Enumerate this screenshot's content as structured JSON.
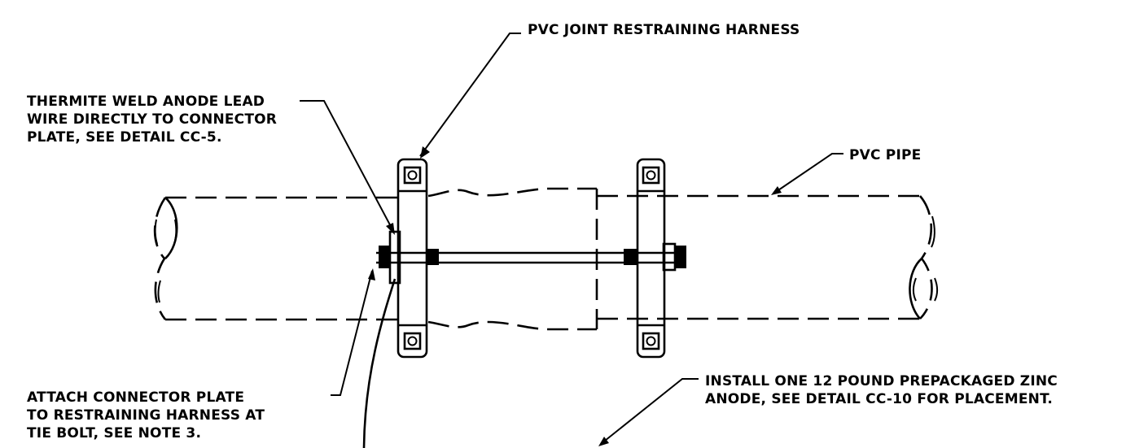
{
  "notes": {
    "harness": [
      "PVC JOINT RESTRAINING HARNESS"
    ],
    "thermite": [
      "THERMITE WELD ANODE LEAD",
      "WIRE DIRECTLY TO CONNECTOR",
      "PLATE, SEE DETAIL CC-5."
    ],
    "pipe": [
      "PVC PIPE"
    ],
    "attach": [
      "ATTACH CONNECTOR PLATE",
      "TO RESTRAINING HARNESS AT",
      "TIE BOLT, SEE NOTE 3."
    ],
    "anode": [
      "INSTALL ONE 12 POUND PREPACKAGED ZINC",
      "ANODE, SEE DETAIL CC-10 FOR PLACEMENT."
    ]
  },
  "colors": {
    "ink": "#000000",
    "paper": "#ffffff"
  }
}
